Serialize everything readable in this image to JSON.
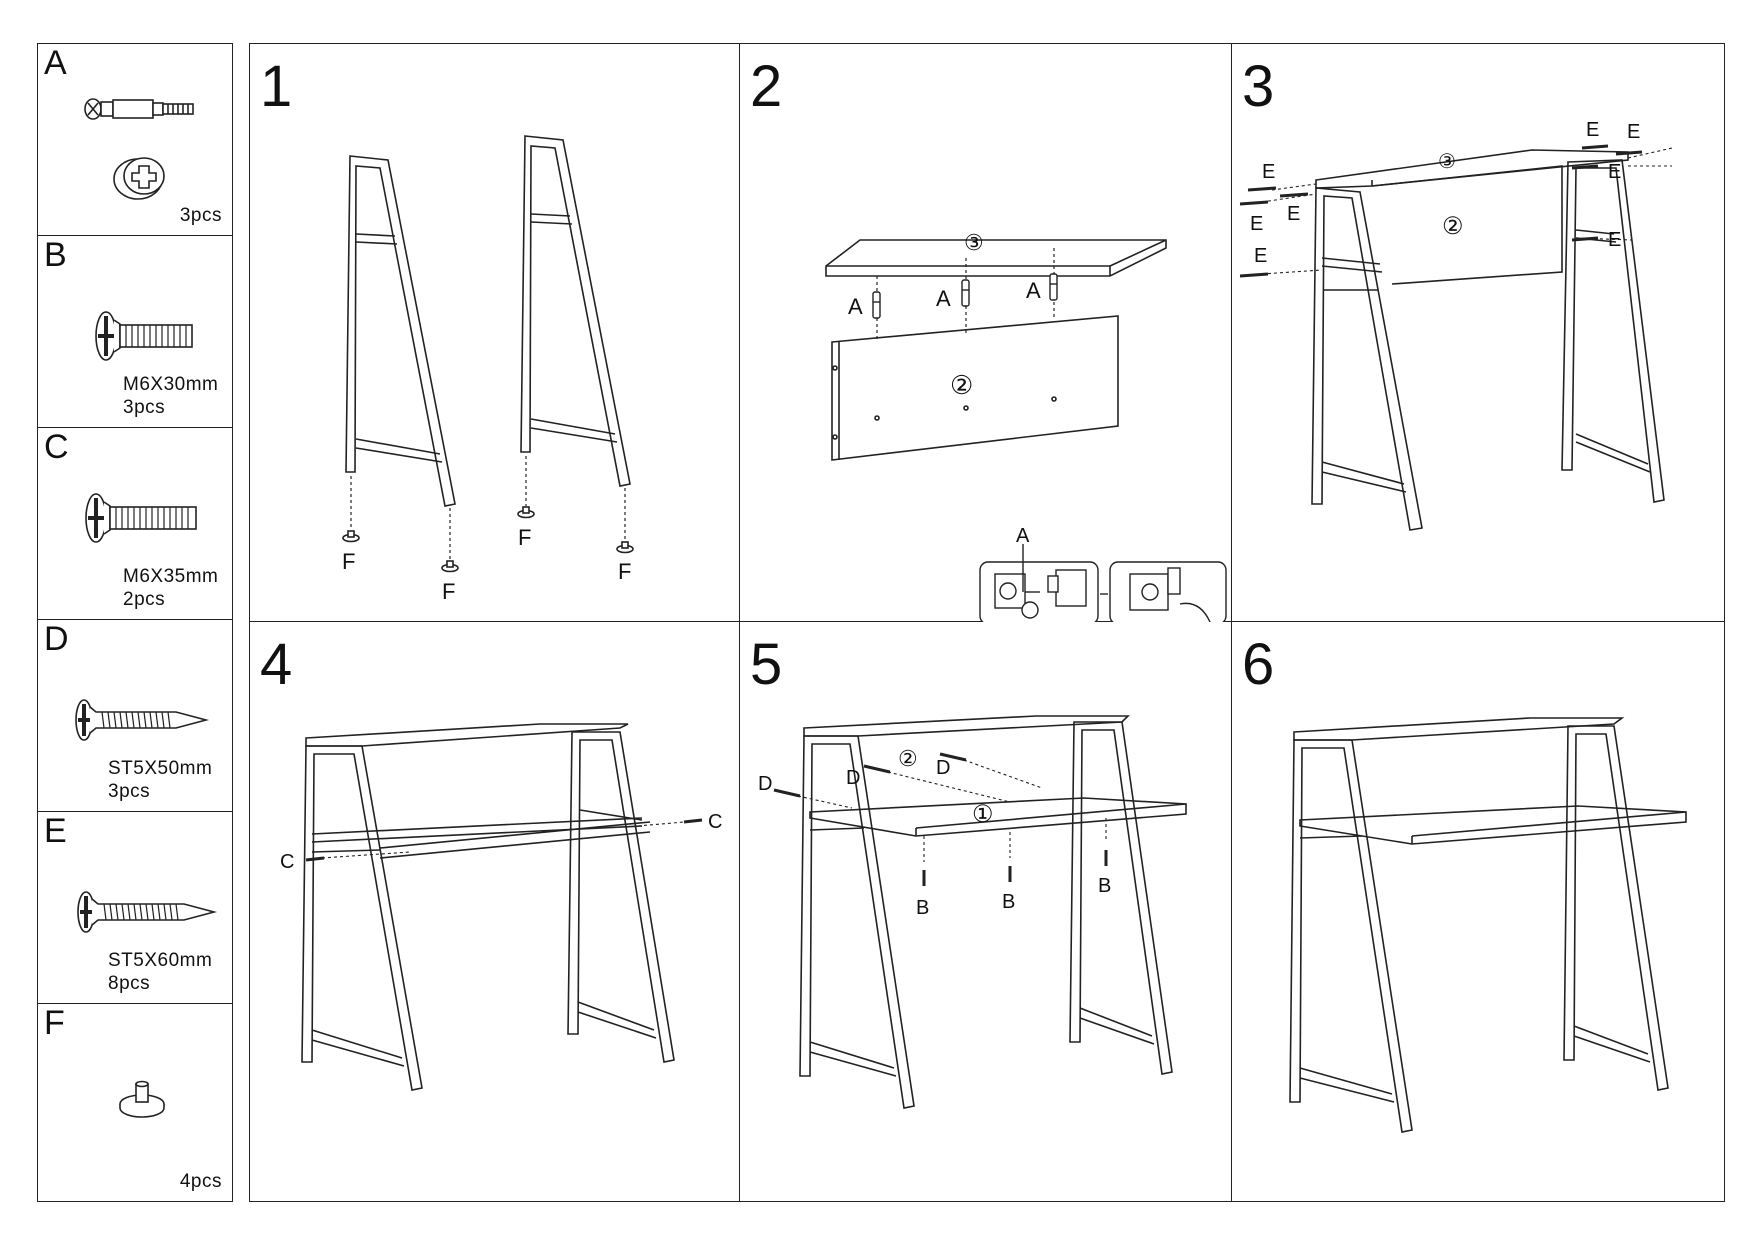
{
  "parts": [
    {
      "letter": "A",
      "spec": "",
      "qty": "3pcs",
      "icon": "cam-lock-icon"
    },
    {
      "letter": "B",
      "spec": "M6X30mm",
      "qty": "3pcs",
      "icon": "bolt-icon"
    },
    {
      "letter": "C",
      "spec": "M6X35mm",
      "qty": "2pcs",
      "icon": "bolt-icon"
    },
    {
      "letter": "D",
      "spec": "ST5X50mm",
      "qty": "3pcs",
      "icon": "wood-screw-icon"
    },
    {
      "letter": "E",
      "spec": "ST5X60mm",
      "qty": "8pcs",
      "icon": "wood-screw-icon"
    },
    {
      "letter": "F",
      "spec": "",
      "qty": "4pcs",
      "icon": "foot-pad-icon"
    }
  ],
  "steps": [
    {
      "number": "1"
    },
    {
      "number": "2"
    },
    {
      "number": "3"
    },
    {
      "number": "4"
    },
    {
      "number": "5"
    },
    {
      "number": "6"
    }
  ],
  "labels": {
    "A": "A",
    "B": "B",
    "C": "C",
    "D": "D",
    "E": "E",
    "F": "F",
    "panel1": "①",
    "panel2": "②",
    "panel3": "③"
  },
  "colors": {
    "line": "#222222",
    "background": "#ffffff"
  }
}
